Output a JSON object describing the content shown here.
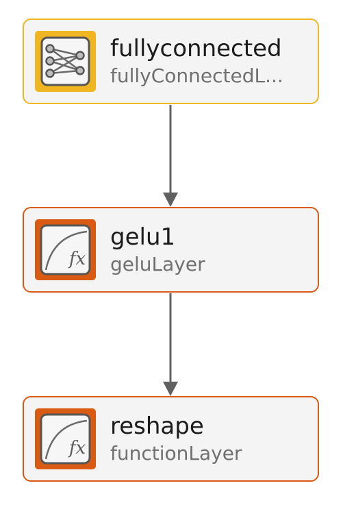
{
  "colors": {
    "fully_connected_accent": "#efb621",
    "function_accent": "#d95a12",
    "node_background": "#f4f4f4",
    "edge_color": "#606060"
  },
  "nodes": [
    {
      "name": "fullyconnected",
      "type": "fullyConnectedL...",
      "icon": "fully-connected-network-icon"
    },
    {
      "name": "gelu1",
      "type": "geluLayer",
      "icon": "function-fx-icon"
    },
    {
      "name": "reshape",
      "type": "functionLayer",
      "icon": "function-fx-icon"
    }
  ],
  "edges": [
    {
      "from": "fullyconnected",
      "to": "gelu1"
    },
    {
      "from": "gelu1",
      "to": "reshape"
    }
  ]
}
